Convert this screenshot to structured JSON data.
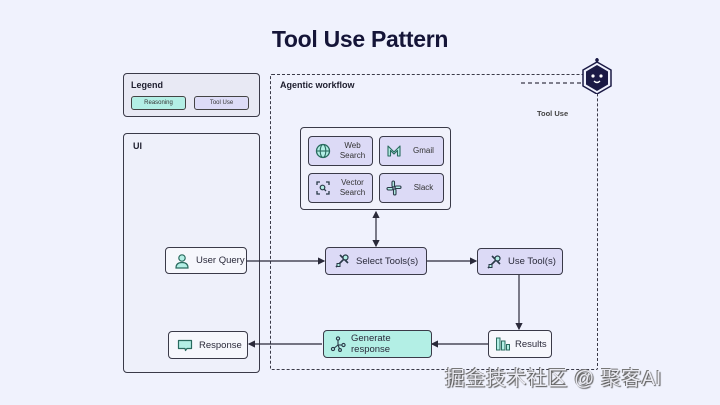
{
  "title": "Tool Use Pattern",
  "legend": {
    "label": "Legend",
    "items": [
      {
        "label": "Reasoning",
        "color": "#b3efe5"
      },
      {
        "label": "Tool Use",
        "color": "#dcdaf6"
      }
    ]
  },
  "ui_panel": {
    "label": "UI"
  },
  "agentic_panel": {
    "label": "Agentic workflow",
    "sublabel": "Tool Use"
  },
  "tools": [
    {
      "label": "Web Search",
      "icon": "globe-icon"
    },
    {
      "label": "Gmail",
      "icon": "gmail-icon"
    },
    {
      "label": "Vector Search",
      "icon": "vector-search-icon"
    },
    {
      "label": "Slack",
      "icon": "slack-icon"
    }
  ],
  "nodes": {
    "user_query": {
      "label": "User Query",
      "icon": "user-icon"
    },
    "select_tools": {
      "label": "Select Tools(s)",
      "icon": "tools-icon"
    },
    "use_tools": {
      "label": "Use Tool(s)",
      "icon": "tools-icon"
    },
    "results": {
      "label": "Results",
      "icon": "bar-chart-icon"
    },
    "generate_response": {
      "label": "Generate response",
      "icon": "graph-icon"
    },
    "response": {
      "label": "Response",
      "icon": "chat-icon"
    }
  },
  "colors": {
    "reasoning": "#b3efe5",
    "tool_use": "#dcdaf6",
    "agent_badge": "#1b1a45",
    "icon_teal": "#2e8b7a"
  },
  "watermark": "掘金技术社区 @ 聚客AI"
}
